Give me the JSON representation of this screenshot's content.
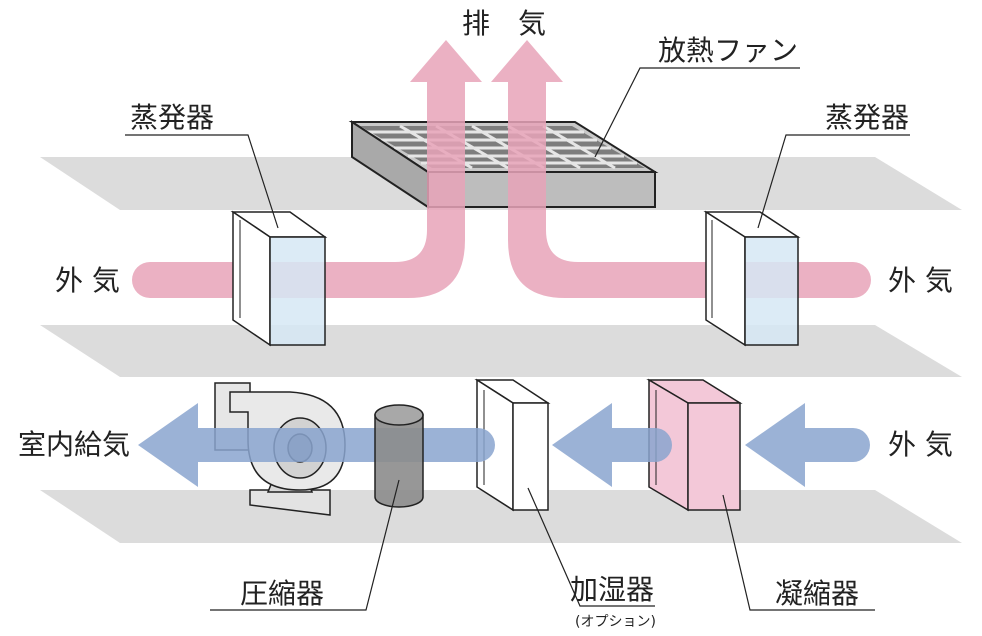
{
  "labels": {
    "exhaust": "排　気",
    "fan": "放熱ファン",
    "evaporator_left": "蒸発器",
    "evaporator_right": "蒸発器",
    "outside_air_left": "外 気",
    "outside_air_right": "外 気",
    "supply_air": "室内給気",
    "outside_air_lower": "外 気",
    "compressor": "圧縮器",
    "humidifier": "加湿器",
    "humidifier_option": "(オプション)",
    "condenser": "凝縮器"
  },
  "colors": {
    "exhaust_flow": "#e8a3b8",
    "supply_flow": "#8aa4cf",
    "floor": "#dcdcdc",
    "evaporator": "#d6e8f5",
    "condenser": "#f3c8d8",
    "compressor": "#8c8c8c",
    "fan_grille": "#7d7d7d"
  }
}
